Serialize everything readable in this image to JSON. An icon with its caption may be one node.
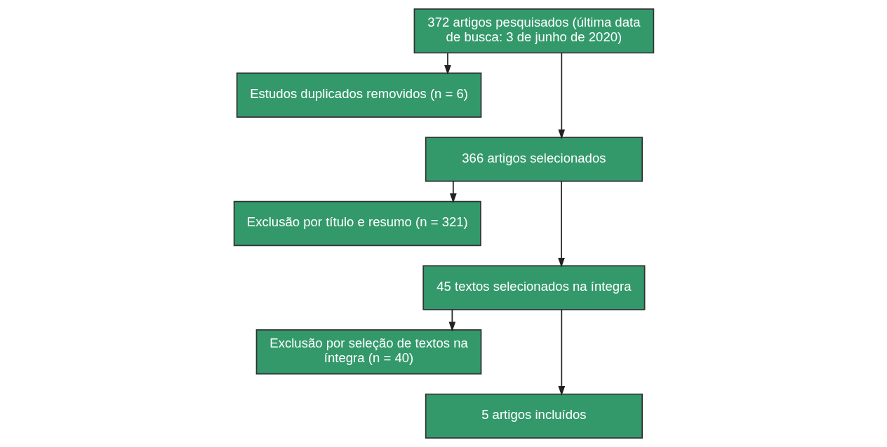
{
  "diagram": {
    "nodes": [
      {
        "text": [
          "372 artigos pesquisados (última data de busca: 3 de junho de 2020)"
        ]
      },
      {
        "text": [
          "Estudos duplicados removidos (n = 6)"
        ]
      },
      {
        "text": [
          "366 artigos selecionados"
        ]
      },
      {
        "text": [
          "Exclusão por título e resumo (n = 321)"
        ]
      },
      {
        "text": [
          "45 textos selecionados na íntegra"
        ]
      },
      {
        "text": [
          "Exclusão por seleção de textos na íntegra (n = 40)"
        ]
      },
      {
        "text": [
          "5 artigos incluídos"
        ]
      }
    ],
    "edges": [
      {
        "from": 0,
        "to": 1,
        "arrow": "to"
      },
      {
        "from": 0,
        "to": 2,
        "arrow": "to"
      },
      {
        "from": 2,
        "to": 3,
        "arrow": "to"
      },
      {
        "from": 2,
        "to": 4,
        "arrow": "to"
      },
      {
        "from": 4,
        "to": 5,
        "arrow": "to"
      },
      {
        "from": 4,
        "to": 6,
        "arrow": "to"
      }
    ]
  }
}
